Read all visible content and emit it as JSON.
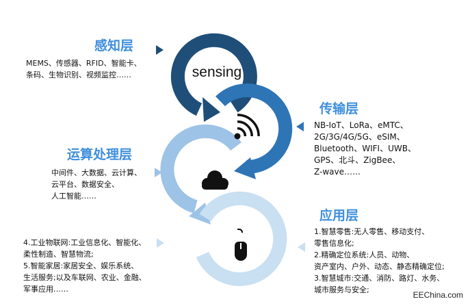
{
  "layers": {
    "sensing": {
      "title": "感知层",
      "lines": [
        "MEMS、传感器、RFID、智能卡、",
        "条码、生物识别、视频监控……"
      ],
      "center_label": "sensing",
      "color": "#1f4e79"
    },
    "transport": {
      "title": "传输层",
      "lines": [
        "NB-IoT、LoRa、eMTC、",
        "2G/3G/4G/5G、eSIM、",
        "Bluetooth、WIFI、UWB、",
        "GPS、北斗、ZigBee、",
        "Z-wave……"
      ],
      "icon": "wifi-signal-icon",
      "color": "#2e75b6"
    },
    "processing": {
      "title": "运算处理层",
      "lines": [
        "中间件、大数据、云计算、",
        "云平台、数据安全、",
        "人工智能……"
      ],
      "icon": "cloud-icon",
      "color": "#9dc3e6"
    },
    "application": {
      "title": "应用层",
      "lines_right": [
        "1.智慧零售:无人零售、移动支付、",
        "零售信息化;",
        "2.精确定位系统:人员、动物、",
        "资产室内、户外、动态、静态精确定位;",
        "3.智慧城市:交通、消防、路灯、水务、",
        "城市服务与安全;"
      ],
      "lines_left": [
        "4.工业物联网:工业信息化、智能化、",
        "柔性制造、智慧物流;",
        "5.智能家居:家居安全、娱乐系统、",
        "生活服务;以及车联网、农业、金融、",
        "军事应用……"
      ],
      "icon": "mouse-icon",
      "color": "#c9dff2"
    }
  },
  "watermark": "EEChina.com"
}
